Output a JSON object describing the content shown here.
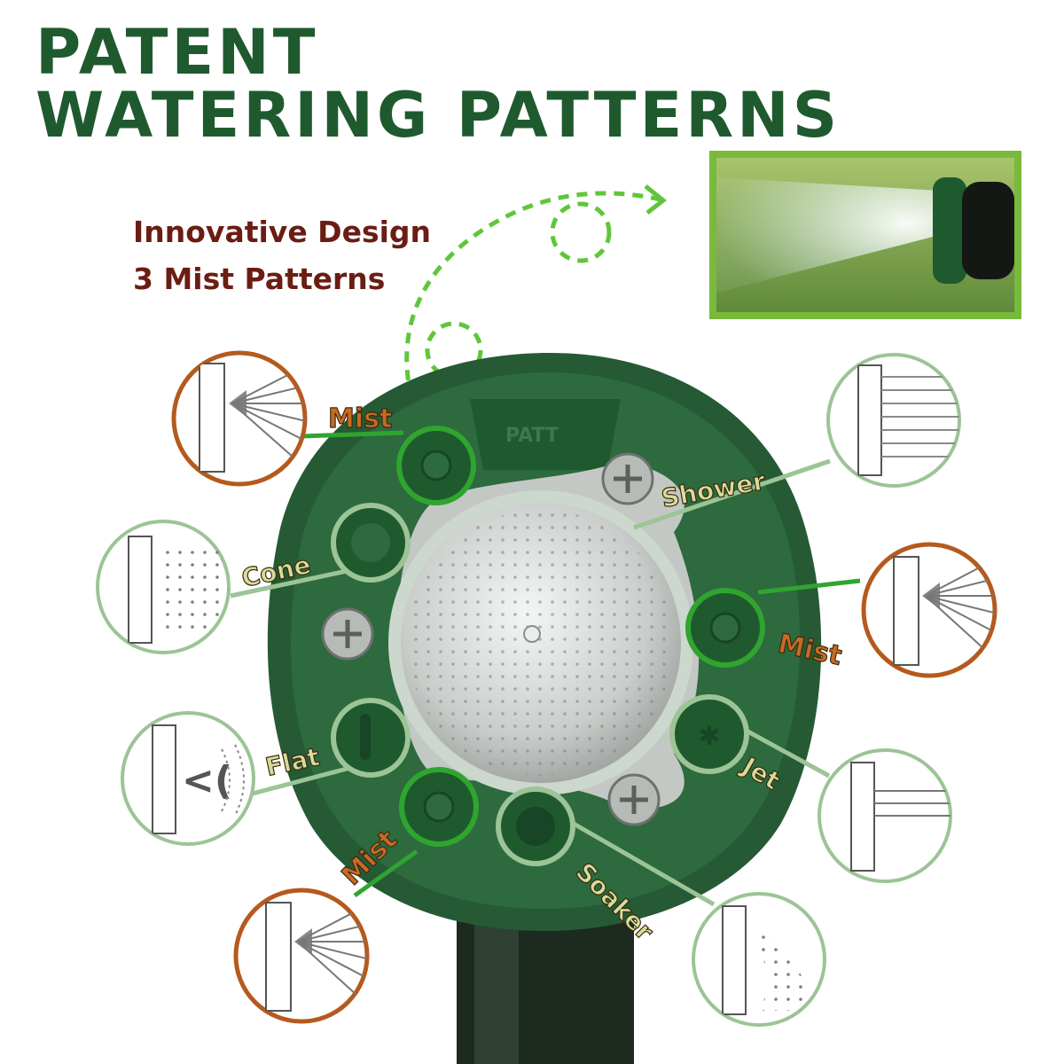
{
  "headline": {
    "line1": "PATENT",
    "line2": "WATERING PATTERNS"
  },
  "subheading": {
    "line1": "Innovative Design",
    "line2": "3 Mist Patterns"
  },
  "nozzle": {
    "dial_label": "PATT"
  },
  "patterns": {
    "mist_top": "Mist",
    "shower": "Shower",
    "cone": "Cone",
    "mist_right": "Mist",
    "flat": "Flat",
    "jet": "Jet",
    "mist_bottom": "Mist",
    "soaker": "Soaker"
  },
  "colors": {
    "headline": "#1f5a2f",
    "subheading": "#6b1d13",
    "mist_accent": "#b55a1e",
    "nozzle_green": "#255a35",
    "connector_green": "#2fa52f",
    "callout_ring": "#9cc496",
    "label_text": "#d8dc9a"
  },
  "icons": [
    "spray-photo",
    "mist-pattern-icon",
    "shower-pattern-icon",
    "cone-pattern-icon",
    "flat-pattern-icon",
    "jet-pattern-icon",
    "soaker-pattern-icon"
  ]
}
